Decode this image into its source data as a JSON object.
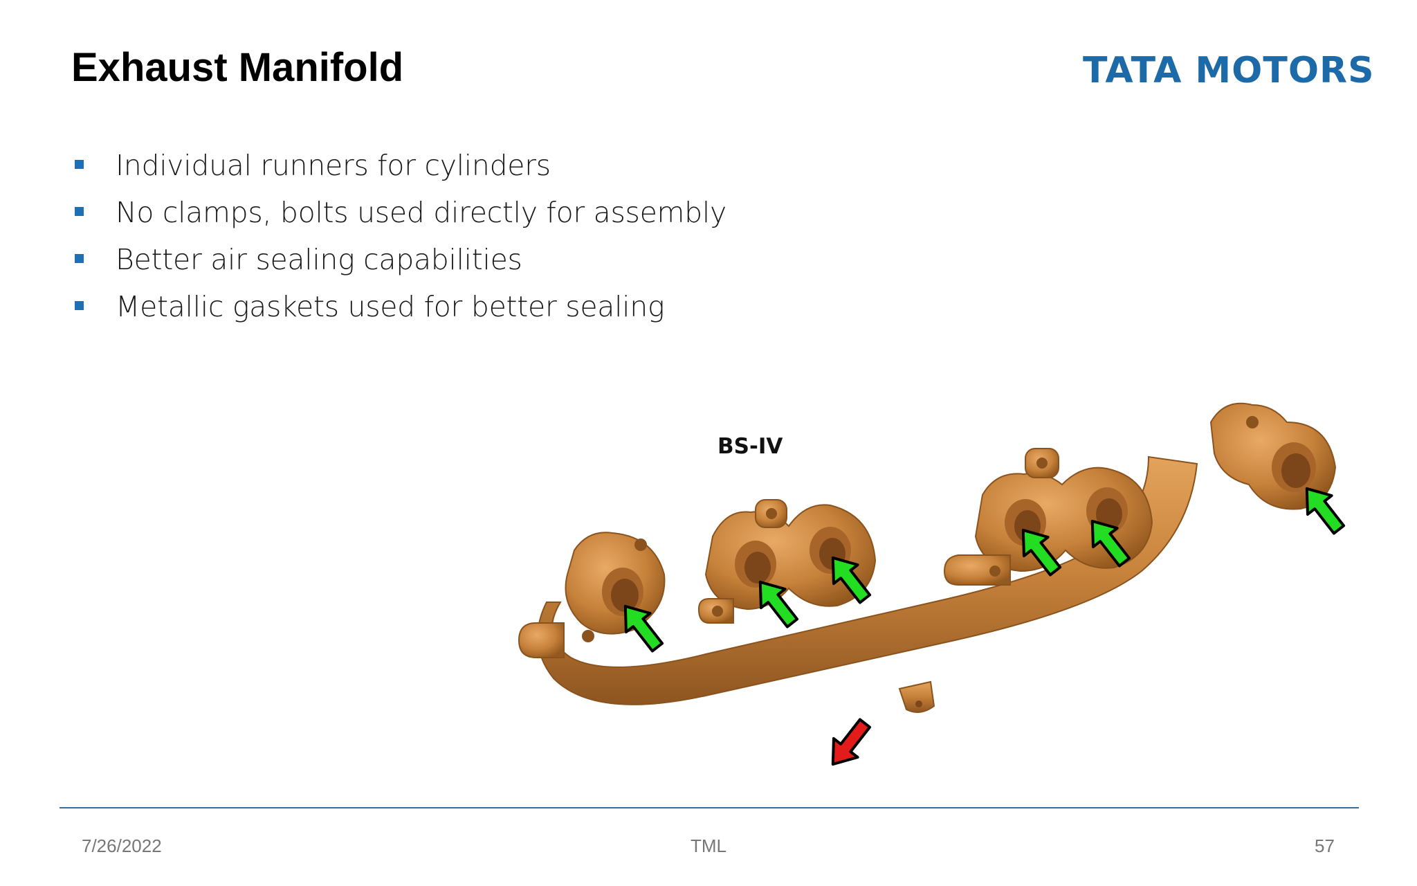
{
  "slide": {
    "title": "Exhaust Manifold",
    "logo": "TATA MOTORS",
    "bullets": [
      "Individual runners for cylinders",
      "No clamps, bolts used directly for assembly",
      "Better air sealing capabilities",
      "Metallic gaskets used for better sealing"
    ],
    "image_label": "BS-IV",
    "footer": {
      "date": "7/26/2022",
      "center": "TML",
      "page": "57"
    }
  },
  "colors": {
    "bullet_marker": "#1f6fb5",
    "logo": "#1c6aa8",
    "rule": "#2e6fa6",
    "manifold": "#c9843c",
    "flow_in_arrow": "#22dd22",
    "flow_out_arrow": "#e31b1b"
  },
  "icons": {
    "inlet_arrows": "green-up-arrow",
    "outlet_arrow": "red-down-arrow"
  }
}
